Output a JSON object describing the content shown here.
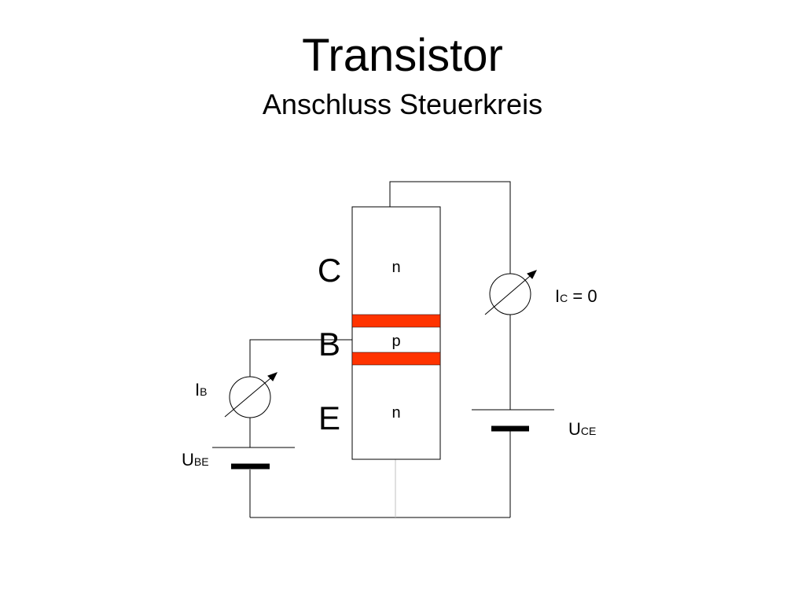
{
  "slide": {
    "title": "Transistor",
    "subtitle": "Anschluss Steuerkreis"
  },
  "diagram": {
    "terminals": {
      "collector": "C",
      "base": "B",
      "emitter": "E"
    },
    "layers": {
      "collector_layer": "n",
      "base_layer": "p",
      "emitter_layer": "n"
    },
    "meters": {
      "base_current": {
        "symbol": "I",
        "subscript": "B"
      },
      "collector_current": {
        "symbol": "I",
        "subscript": "C",
        "suffix": " = 0"
      }
    },
    "sources": {
      "base_emitter_voltage": {
        "symbol": "U",
        "subscript": "BE"
      },
      "collector_emitter_voltage": {
        "symbol": "U",
        "subscript": "CE"
      }
    },
    "colors": {
      "junction": "#ff3300",
      "wire": "#000000",
      "emitter_lead": "#c0c0c0"
    }
  }
}
